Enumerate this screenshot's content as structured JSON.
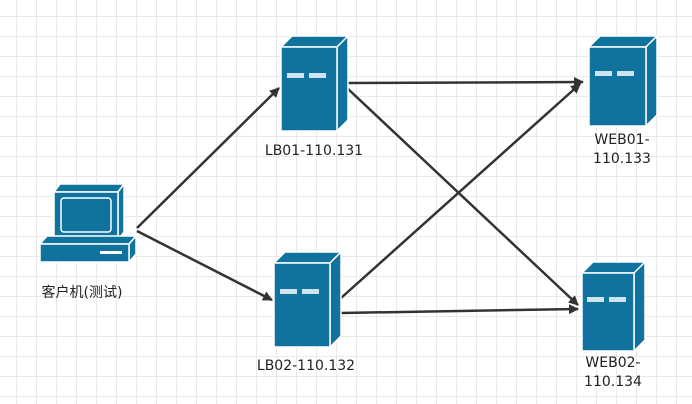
{
  "diagram": {
    "colors": {
      "node_fill": "#10739e",
      "node_stroke": "#ffffff",
      "edge": "#333333"
    },
    "nodes": {
      "client": {
        "label": "客户机(测试)",
        "icon": "desktop-computer-icon"
      },
      "lb01": {
        "label": "LB01-110.131",
        "icon": "server-icon"
      },
      "lb02": {
        "label": "LB02-110.132",
        "icon": "server-icon"
      },
      "web01": {
        "label_line1": "WEB01-",
        "label_line2": "110.133",
        "icon": "server-icon"
      },
      "web02": {
        "label_line1": "WEB02-",
        "label_line2": "110.134",
        "icon": "server-icon"
      }
    },
    "edges": [
      {
        "from": "client",
        "to": "lb01"
      },
      {
        "from": "client",
        "to": "lb02"
      },
      {
        "from": "lb01",
        "to": "web01"
      },
      {
        "from": "lb01",
        "to": "web02"
      },
      {
        "from": "lb02",
        "to": "web01"
      },
      {
        "from": "lb02",
        "to": "web02"
      }
    ]
  }
}
